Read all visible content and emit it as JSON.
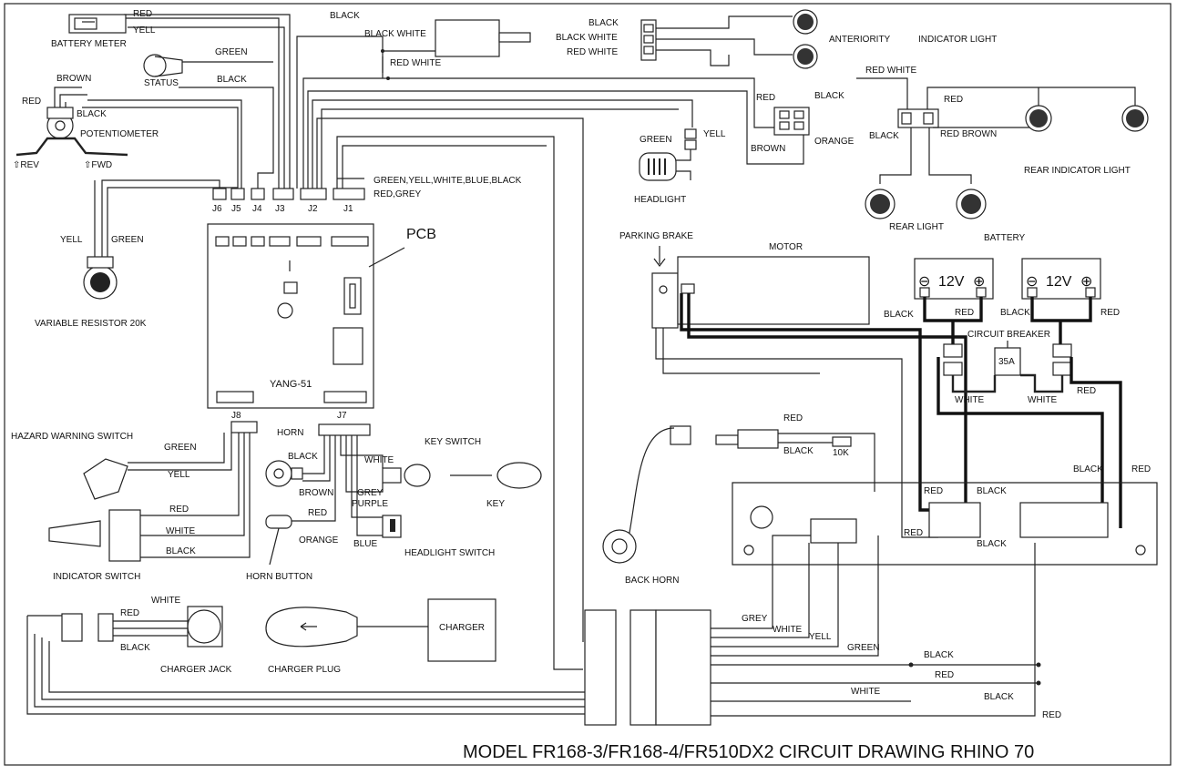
{
  "diagram": {
    "title": "MODEL FR168-3/FR168-4/FR510DX2 CIRCUIT DRAWING RHINO 70",
    "pcb": {
      "label": "PCB",
      "chip": "YANG-51",
      "connectors": {
        "j6": "J6",
        "j5": "J5",
        "j4": "J4",
        "j3": "J3",
        "j2": "J2",
        "j1": "J1",
        "j8": "J8",
        "j7": "J7"
      },
      "j1_wires": "GREEN,YELL,WHITE,BLUE,BLACK",
      "j1_wires2": "RED,GREY"
    },
    "components": {
      "battery_meter": "BATTERY METER",
      "status": "STATUS",
      "potentiometer": "POTENTIOMETER",
      "rev": "⇧REV",
      "fwd": "⇧FWD",
      "variable_resistor": "VARIABLE RESISTOR 20K",
      "hazard_switch": "HAZARD WARNING SWITCH",
      "indicator_switch": "INDICATOR SWITCH",
      "horn": "HORN",
      "horn_button": "HORN BUTTON",
      "key_switch": "KEY SWITCH",
      "key": "KEY",
      "headlight_switch": "HEADLIGHT SWITCH",
      "charger_jack": "CHARGER JACK",
      "charger_plug": "CHARGER PLUG",
      "charger": "CHARGER",
      "anteriority": "ANTERIORITY",
      "indicator_light": "INDICATOR LIGHT",
      "headlight": "HEADLIGHT",
      "rear_indicator": "REAR INDICATOR LIGHT",
      "rear_light": "REAR LIGHT",
      "parking_brake": "PARKING BRAKE",
      "motor": "MOTOR",
      "battery": "BATTERY",
      "voltage": "12V",
      "minus": "⊖",
      "plus": "⊕",
      "circuit_breaker": "CIRCUIT BREAKER",
      "breaker_rating": "35A",
      "back_horn": "BACK HORN",
      "resistor_10k": "10K"
    },
    "wire_labels": {
      "red": "RED",
      "yell": "YELL",
      "green": "GREEN",
      "black": "BLACK",
      "brown": "BROWN",
      "white": "WHITE",
      "grey": "GREY",
      "orange": "ORANGE",
      "blue": "BLUE",
      "purple": "PURPLE",
      "black_white": "BLACK  WHITE",
      "red_white": "RED WHITE",
      "black_white2": "BLACK WHITE",
      "red_white2": "RED WHITE",
      "red_white3": "RED WHITE",
      "red_brown": "RED BROWN",
      "grey_purple": "GREY\nPURPLE"
    }
  }
}
